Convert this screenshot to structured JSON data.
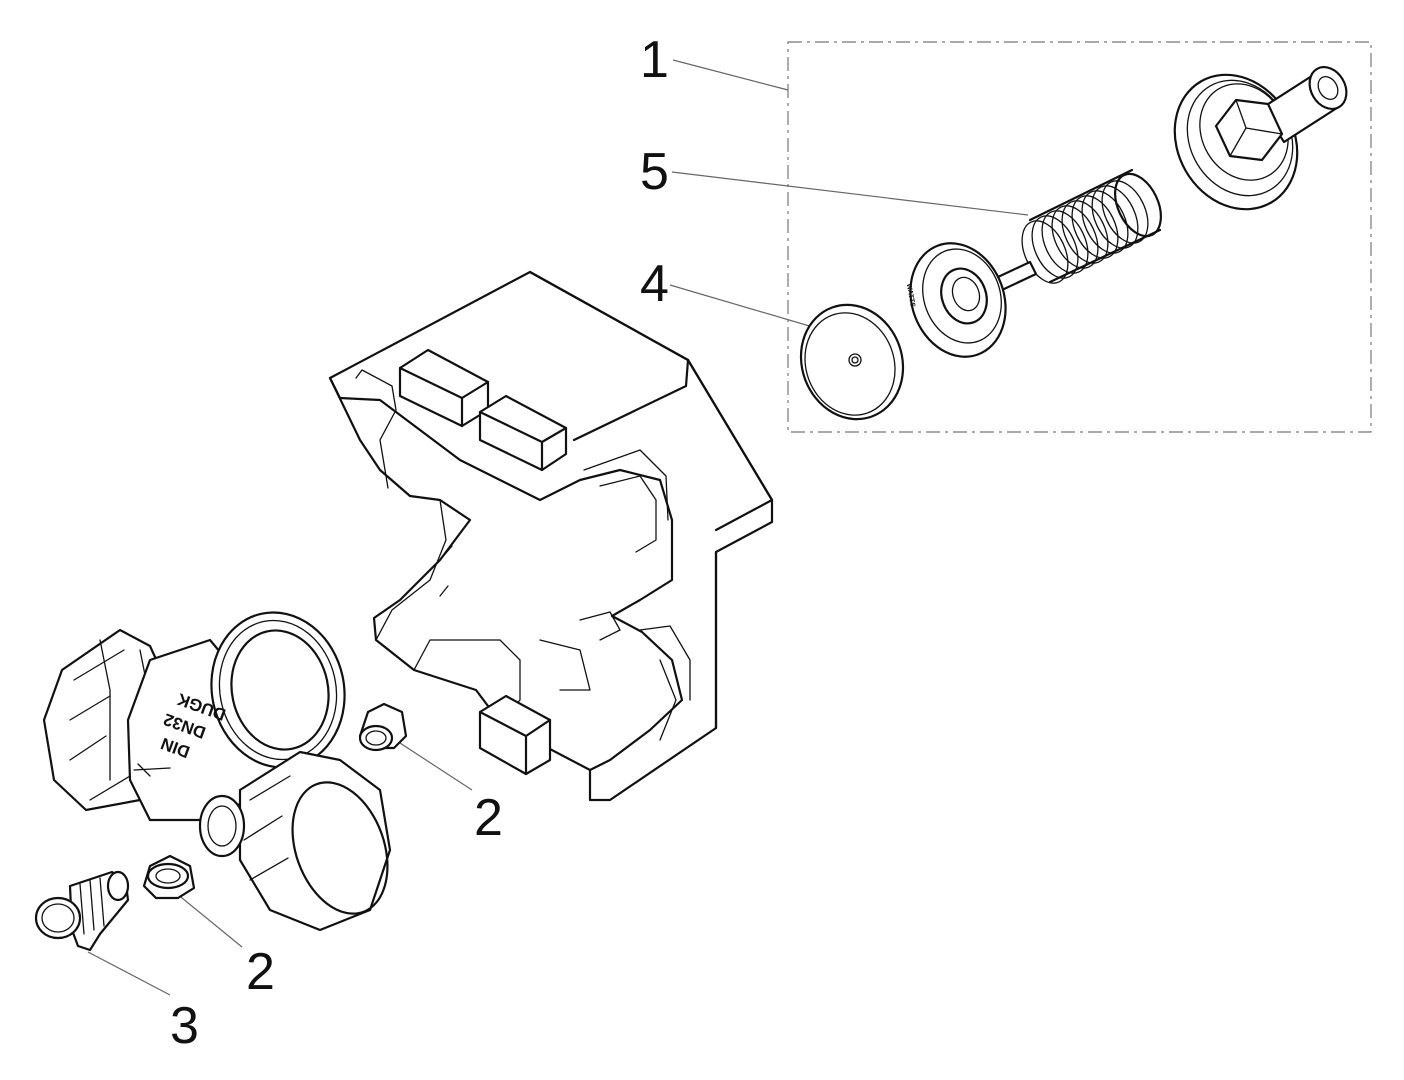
{
  "callouts": [
    {
      "id": "c1",
      "label": "1"
    },
    {
      "id": "c5",
      "label": "5"
    },
    {
      "id": "c4",
      "label": "4"
    },
    {
      "id": "c2a",
      "label": "2"
    },
    {
      "id": "c2b",
      "label": "2"
    },
    {
      "id": "c3",
      "label": "3"
    }
  ],
  "valve_markings": {
    "line1": "DUGK",
    "line2": "DN32",
    "line3": "DIN"
  },
  "seal_marking": "WATTS"
}
